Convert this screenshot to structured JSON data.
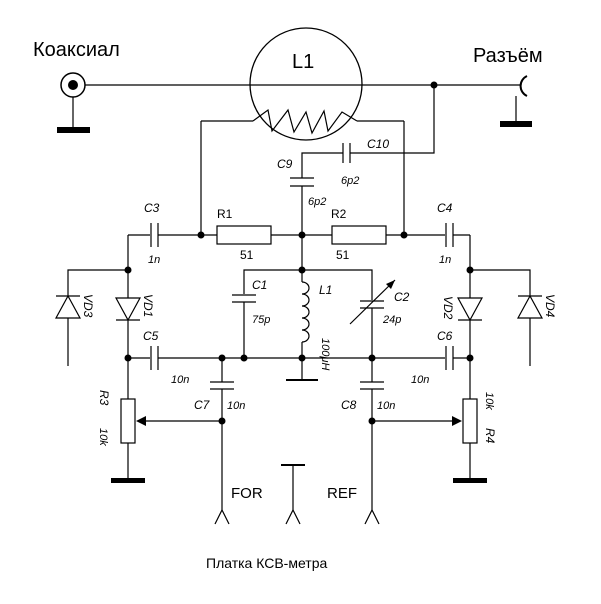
{
  "labels": {
    "coax": "Коаксиал",
    "connector": "Разъём",
    "L1_main": "L1",
    "caption": "Платка КСВ-метра",
    "for": "FOR",
    "ref": "REF"
  },
  "components": {
    "C3": {
      "name": "C3",
      "value": "1n"
    },
    "C4": {
      "name": "C4",
      "value": "1n"
    },
    "C5": {
      "name": "C5",
      "value": "10n"
    },
    "C6": {
      "name": "C6",
      "value": "10n"
    },
    "C7": {
      "name": "C7",
      "value": "10n"
    },
    "C8": {
      "name": "C8",
      "value": "10n"
    },
    "C9": {
      "name": "C9",
      "value": "6p2"
    },
    "C10": {
      "name": "C10",
      "value": "6p2"
    },
    "C1": {
      "name": "C1",
      "value": "75p"
    },
    "C2": {
      "name": "C2",
      "value": "24p"
    },
    "R1": {
      "name": "R1",
      "value": "51"
    },
    "R2": {
      "name": "R2",
      "value": "51"
    },
    "R3": {
      "name": "R3",
      "value": "10k"
    },
    "R4": {
      "name": "R4",
      "value": "10k"
    },
    "L1": {
      "name": "L1",
      "value": "100μH"
    },
    "VD1": {
      "name": "VD1"
    },
    "VD2": {
      "name": "VD2"
    },
    "VD3": {
      "name": "VD3"
    },
    "VD4": {
      "name": "VD4"
    }
  }
}
